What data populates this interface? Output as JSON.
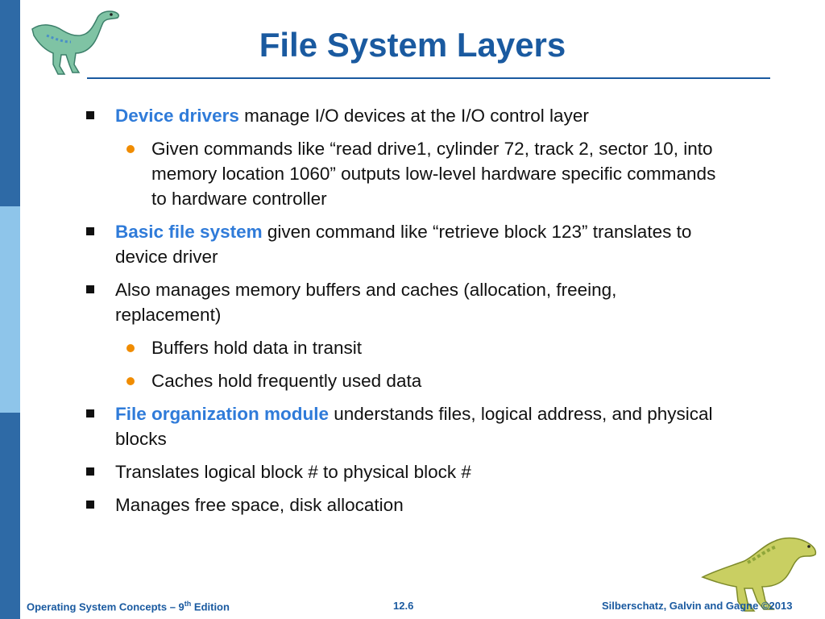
{
  "title": "File System Layers",
  "colors": {
    "accent": "#1a5aa0",
    "highlight": "#2f7bd9",
    "bullet2": "#f08c00",
    "bar_dark": "#2e6aa6",
    "bar_light": "#8ec5ea"
  },
  "icons": {
    "top_logo": "dinosaur-icon",
    "bottom_logo": "dinosaur-icon",
    "bullet1": "square-bullet-icon",
    "bullet2": "dot-bullet-icon"
  },
  "bullets": {
    "b1": {
      "em": "Device drivers",
      "rest": " manage I/O devices at the I/O control layer"
    },
    "b1s1": "Given commands like “read drive1, cylinder 72, track 2, sector 10, into memory location 1060” outputs low-level hardware specific commands to hardware controller",
    "b2": {
      "em": "Basic file system",
      "rest": " given command like “retrieve block 123” translates to device driver"
    },
    "b3": "Also manages memory buffers and caches (allocation, freeing, replacement)",
    "b3s1": "Buffers hold data in transit",
    "b3s2": "Caches hold frequently used data",
    "b4": {
      "em": "File organization module",
      "rest": " understands files, logical address, and physical blocks"
    },
    "b5": "Translates logical block # to physical block #",
    "b6": "Manages free space, disk allocation"
  },
  "footer": {
    "left_pre": "Operating System Concepts – 9",
    "left_sup": "th",
    "left_post": " Edition",
    "center": "12.6",
    "right": "Silberschatz, Galvin and Gagne ©2013"
  }
}
